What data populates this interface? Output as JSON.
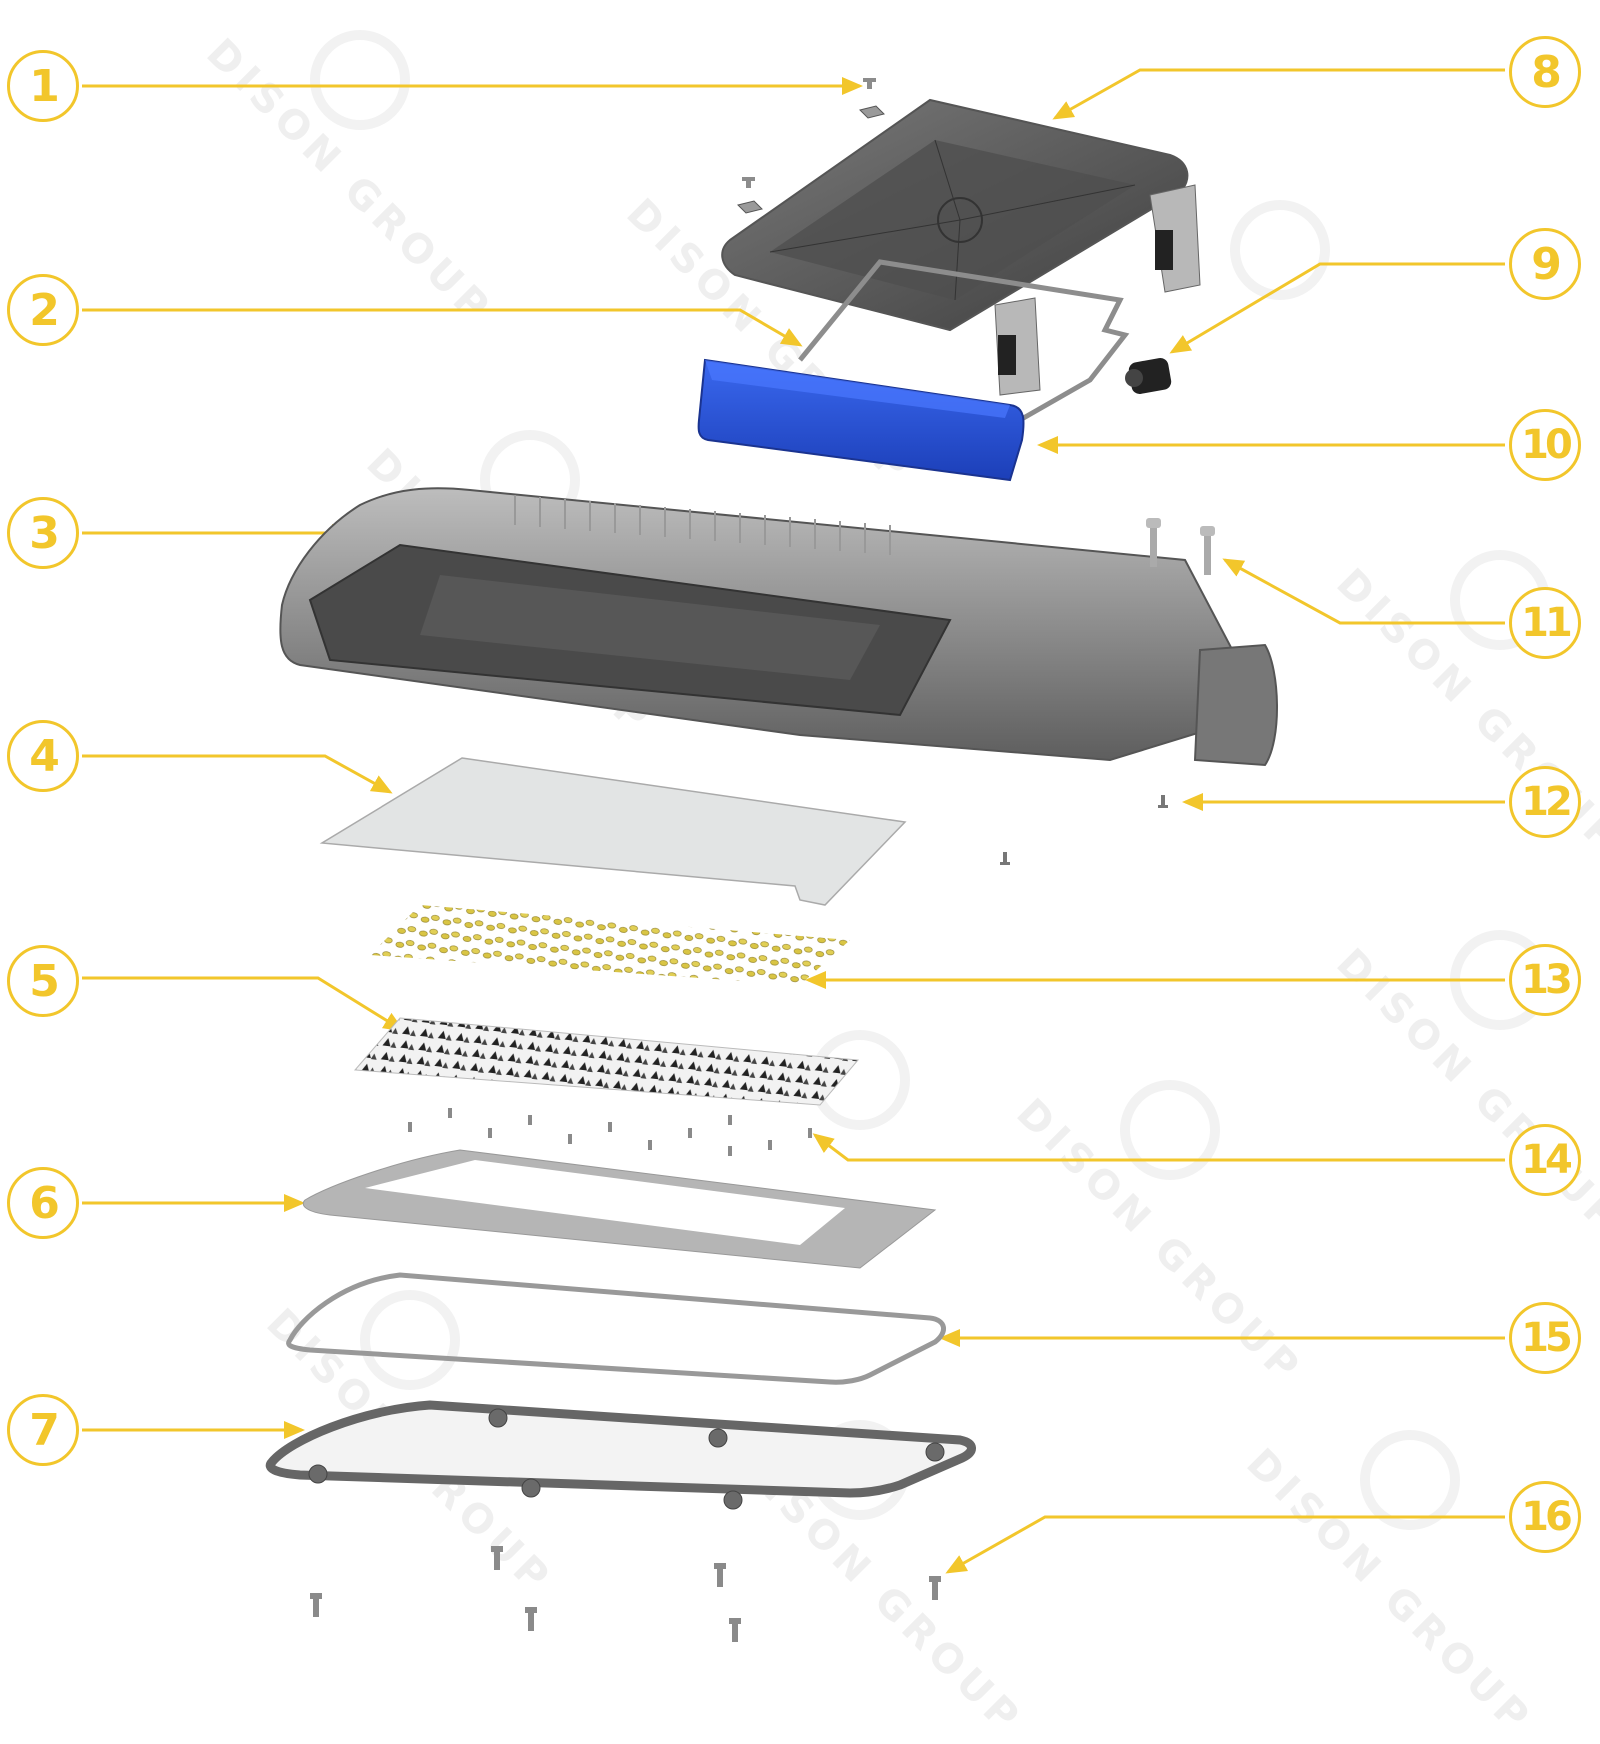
{
  "diagram": {
    "type": "exploded-view",
    "subject": "LED street light",
    "accent_color": "#F2C62B",
    "housing_color": "#6b6b6b",
    "driver_color": "#2a55d6",
    "watermark": "DISON GROUP"
  },
  "callouts": [
    {
      "num": "1",
      "part": "cover-screw-and-washer",
      "side": "left"
    },
    {
      "num": "2",
      "part": "driver-cover-gasket",
      "side": "left"
    },
    {
      "num": "3",
      "part": "lamp-housing-heatsink",
      "side": "left"
    },
    {
      "num": "4",
      "part": "thermal-pad",
      "side": "left"
    },
    {
      "num": "5",
      "part": "lens-array",
      "side": "left"
    },
    {
      "num": "6",
      "part": "reflector-frame",
      "side": "left"
    },
    {
      "num": "7",
      "part": "glass-cover-frame",
      "side": "left"
    },
    {
      "num": "8",
      "part": "driver-compartment-cover",
      "side": "right"
    },
    {
      "num": "9",
      "part": "cable-gland",
      "side": "right"
    },
    {
      "num": "10",
      "part": "led-driver",
      "side": "right"
    },
    {
      "num": "11",
      "part": "pole-clamp-bolts",
      "side": "right"
    },
    {
      "num": "12",
      "part": "housing-screw",
      "side": "right"
    },
    {
      "num": "13",
      "part": "led-chips-pcb",
      "side": "right"
    },
    {
      "num": "14",
      "part": "lens-screws",
      "side": "right"
    },
    {
      "num": "15",
      "part": "silicone-gasket",
      "side": "right"
    },
    {
      "num": "16",
      "part": "frame-screws",
      "side": "right"
    }
  ]
}
